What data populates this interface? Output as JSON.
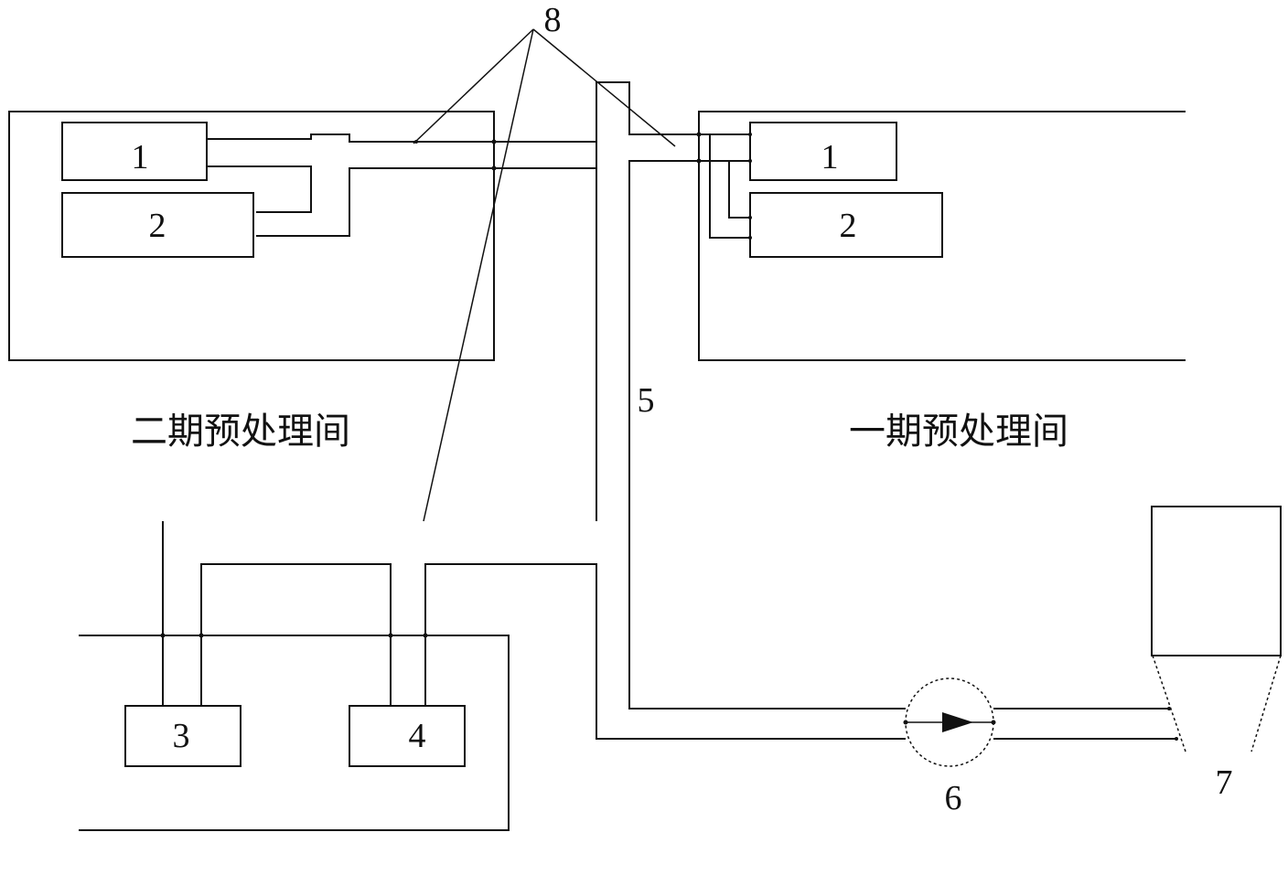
{
  "labels": {
    "equipment_1": "1",
    "equipment_2": "2",
    "equipment_3": "3",
    "equipment_4": "4",
    "pipe_5": "5",
    "pump_6": "6",
    "tower_7": "7",
    "valve_8": "8"
  },
  "rooms": {
    "left_room": "二期预处理间",
    "right_room": "一期预处理间"
  }
}
